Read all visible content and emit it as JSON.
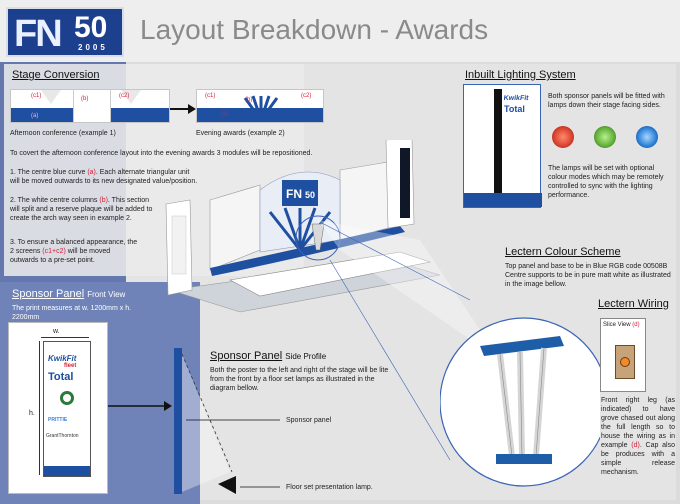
{
  "header": {
    "logo_text": "FN",
    "logo_number": "50",
    "logo_year": "2005",
    "title": "Layout Breakdown - Awards"
  },
  "stage_conversion": {
    "heading": "Stage Conversion",
    "example1_caption": "Afternoon conference (example 1)",
    "example2_caption": "Evening awards (example 2)",
    "label_c1": "(c1)",
    "label_b": "(b)",
    "label_c2": "(c2)",
    "label_a": "(a)",
    "intro": "To covert the afternoon conference layout into the evening awards 3 modules will be repositioned.",
    "step1_pre": "1.  The centre blue curve ",
    "step1_ref": "(a)",
    "step1_post": ". Each alternate triangular unit will be moved outwards to its new designated value/position.",
    "step2_pre": "2. The white centre columns ",
    "step2_ref": "(b)",
    "step2_post": ". This section  will split and a reserve plaque will be added to create the arch way seen in example 2.",
    "step3_pre": "3. To ensure a balanced appearance, the 2 screens ",
    "step3_ref": "(c1+c2)",
    "step3_post": " will be moved outwards to a pre-set point."
  },
  "lighting": {
    "heading": "Inbuilt Lighting System",
    "text1": "Both sponsor panels will be fitted with lamps down their stage facing sides.",
    "text2": "The lamps will be set with optional colour modes which may be remotely controlled to sync with the lighting performance.",
    "lamp_colors": [
      "#d8402f",
      "#5fae3a",
      "#2a7fd6"
    ]
  },
  "lectern_colour": {
    "heading": "Lectern Colour Scheme",
    "text": "Top panel and base to be in Blue RGB code 00508B Centre supports to be in pure matt white as illustrated in the image bellow."
  },
  "lectern_wiring": {
    "heading": "Lectern Wiring",
    "slice_label": "Slice View ",
    "slice_ref": "(d)",
    "text_pre": "Front right leg (as indicated) to have grove chased out along the full length so to house the wiring as in example ",
    "text_ref": "(d)",
    "text_post": ". Cap also be produces with a simple release mechanism."
  },
  "sponsor_panel": {
    "heading": "Sponsor Panel",
    "heading_sub": "Front View",
    "text": "The print measures at w. 1200mm x h. 2200mm",
    "w_label": "w.",
    "h_label": "h.",
    "brand1": "KwikFit",
    "brand1_sub": "fleet",
    "brand2": "Total",
    "brand3": "PRITTIE",
    "brand4": "GrantThornton"
  },
  "sponsor_profile": {
    "heading": "Sponsor Panel",
    "heading_sub": "Side Profile",
    "text": "Both the poster to the left and right of the stage will be lite from the front by a floor set lamps as illustrated in the diagram bellow.",
    "label_panel": "Sponsor panel",
    "label_lamp": "Floor set presentation lamp."
  },
  "stage_render": {
    "screen_text": "FN",
    "screen_number": "50"
  }
}
